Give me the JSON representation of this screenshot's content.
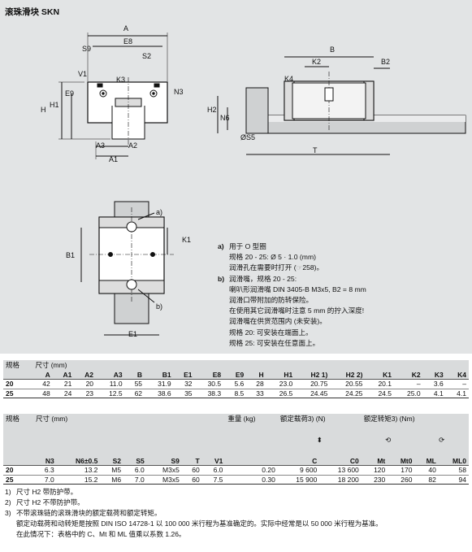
{
  "title": "滚珠滑块 SKN",
  "drawing_labels": {
    "A": "A",
    "E8": "E8",
    "S9": "S9",
    "S2": "S2",
    "V1": "V1",
    "K3": "K3",
    "E9": "E9",
    "N3": "N3",
    "H": "H",
    "H1": "H1",
    "A3": "A3",
    "A2": "A2",
    "A1": "A1",
    "B": "B",
    "K2": "K2",
    "B2": "B2",
    "K4": "K4",
    "H2": "H2",
    "N6": "N6",
    "S5": "ØS5",
    "T": "T",
    "a": "a)",
    "b": "b)",
    "K1": "K1",
    "B1": "B1",
    "E1": "E1"
  },
  "notes": {
    "a_mark": "a)",
    "a_title": "用于 O 型圈",
    "a_line1": "规格 20 - 25: Ø 5 · 1.0 (mm)",
    "a_line2": "润滑孔在需要时打开 (",
    "a_ref": "258)。",
    "b_mark": "b)",
    "b_title": "润滑嘴，规格 20 - 25:",
    "b_line1": "喇叭形润滑嘴 DIN 3405-B M3x5, B2 = 8 mm",
    "b_line2": "润滑口带附加的防转保险。",
    "b_line3": "在使用其它润滑嘴时注意 5 mm 的拧入深度!",
    "b_line4": "润滑嘴在供货范围内 (未安装)。",
    "b_line5": "规格 20: 可安装在端面上。",
    "b_line6": "规格 25: 可安装在任意面上。"
  },
  "table1": {
    "size_label": "规格",
    "dims_label": "尺寸 (mm)",
    "columns": [
      "A",
      "A1",
      "A2",
      "A3",
      "B",
      "B1",
      "E1",
      "E8",
      "E9",
      "H",
      "H1",
      "H2 1)",
      "H2 2)",
      "K1",
      "K2",
      "K3",
      "K4"
    ],
    "rows": [
      [
        "20",
        "42",
        "21",
        "20",
        "11.0",
        "55",
        "31.9",
        "32",
        "30.5",
        "5.6",
        "28",
        "23.0",
        "20.75",
        "20.55",
        "20.1",
        "–",
        "3.6",
        "–"
      ],
      [
        "25",
        "48",
        "24",
        "23",
        "12.5",
        "62",
        "38.6",
        "35",
        "38.3",
        "8.5",
        "33",
        "26.5",
        "24.45",
        "24.25",
        "24.5",
        "25.0",
        "4.1",
        "4.1"
      ]
    ]
  },
  "table2": {
    "size_label": "规格",
    "dims_label": "尺寸 (mm)",
    "weight_label": "重量 (kg)",
    "load_label": "额定载荷3) (N)",
    "moment_label": "额定转矩3) (Nm)",
    "columns": [
      "N3",
      "N6±0.5",
      "S2",
      "S5",
      "S9",
      "T",
      "V1",
      "",
      "C",
      "C0",
      "Mt",
      "Mt0",
      "ML",
      "ML0"
    ],
    "rows": [
      [
        "20",
        "6.3",
        "13.2",
        "M5",
        "6.0",
        "M3x5",
        "60",
        "6.0",
        "0.20",
        "9 600",
        "13 600",
        "120",
        "170",
        "40",
        "58"
      ],
      [
        "25",
        "7.0",
        "15.2",
        "M6",
        "7.0",
        "M3x5",
        "60",
        "7.5",
        "0.30",
        "15 900",
        "18 200",
        "230",
        "260",
        "82",
        "94"
      ]
    ]
  },
  "footnotes": [
    {
      "k": "1)",
      "t": "尺寸 H2 带防护带。"
    },
    {
      "k": "2)",
      "t": "尺寸 H2 不带防护带。"
    },
    {
      "k": "3)",
      "t": "不带滚珠链的滚珠滑块的额定载荷和额定转矩。"
    },
    {
      "k": "",
      "t": "额定动载荷和动转矩是按照 DIN ISO 14728-1 以 100 000 米行程为基准确定的。实际中经常是以 50 000 米行程为基准。"
    },
    {
      "k": "",
      "t": "在此情况下：表格中的 C、Mt 和 ML 值乘以系数 1.26。"
    }
  ]
}
